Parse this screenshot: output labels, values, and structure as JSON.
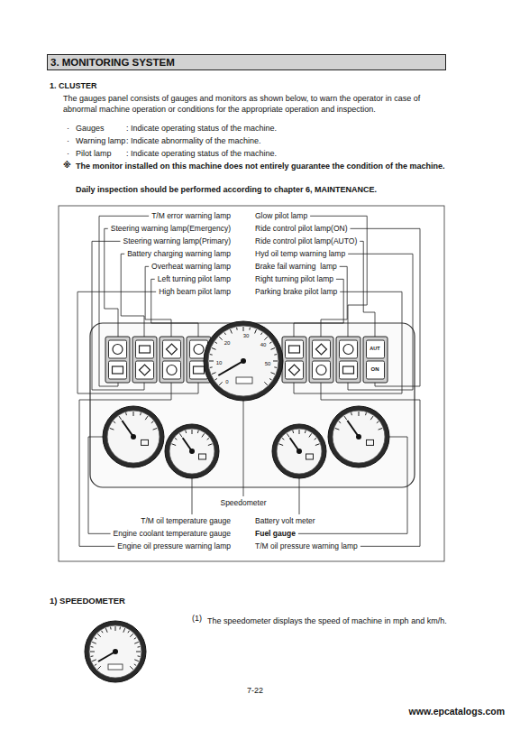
{
  "diagram": {
    "title": "3. MONITORING SYSTEM",
    "labels": [
      "1. CLUSTER",
      "The gauges panel consists of gauges and monitors as shown below, to warn the operator in case of abnormal machine operation or conditions for the appropriate operation and inspection.",
      "·",
      "Gauges",
      ": Indicate operating status of the machine.",
      "·",
      "Warning lamp",
      ": Indicate abnormality of the machine.",
      "·",
      "Pilot lamp",
      ": Indicate operating status of the machine.",
      "※",
      "The monitor installed on this machine does not entirely guarantee the condition of the machine.",
      "Daily inspection should be performed according to chapter 6, MAINTENANCE.",
      "T/M error warning lamp",
      "Steering warning lamp(Emergency)",
      "Steering warning lamp(Primary)",
      "Battery charging warning lamp",
      "Overheat warning lamp",
      "Left turning pilot lamp",
      "High beam pilot lamp",
      "Glow pilot lamp",
      "Ride control pilot lamp(ON)",
      "Ride control pilot lamp(AUTO)",
      "Hyd oil temp warning lamp",
      "Brake fail warning  lamp",
      "Right turning pilot lamp",
      "Parking brake pilot lamp",
      "AUT",
      "ON",
      "0",
      "10",
      "20",
      "30",
      "40",
      "50",
      "Speedometer",
      "T/M oil temperature gauge",
      "Engine coolant temperature gauge",
      "Engine oil pressure warning lamp",
      "Battery volt meter",
      "Fuel gauge",
      "T/M oil pressure warning lamp",
      "1) SPEEDOMETER",
      "(1)",
      "The speedometer displays the speed of machine in mph and km/h.",
      "7-22",
      "www.epcatalogs.com"
    ]
  }
}
